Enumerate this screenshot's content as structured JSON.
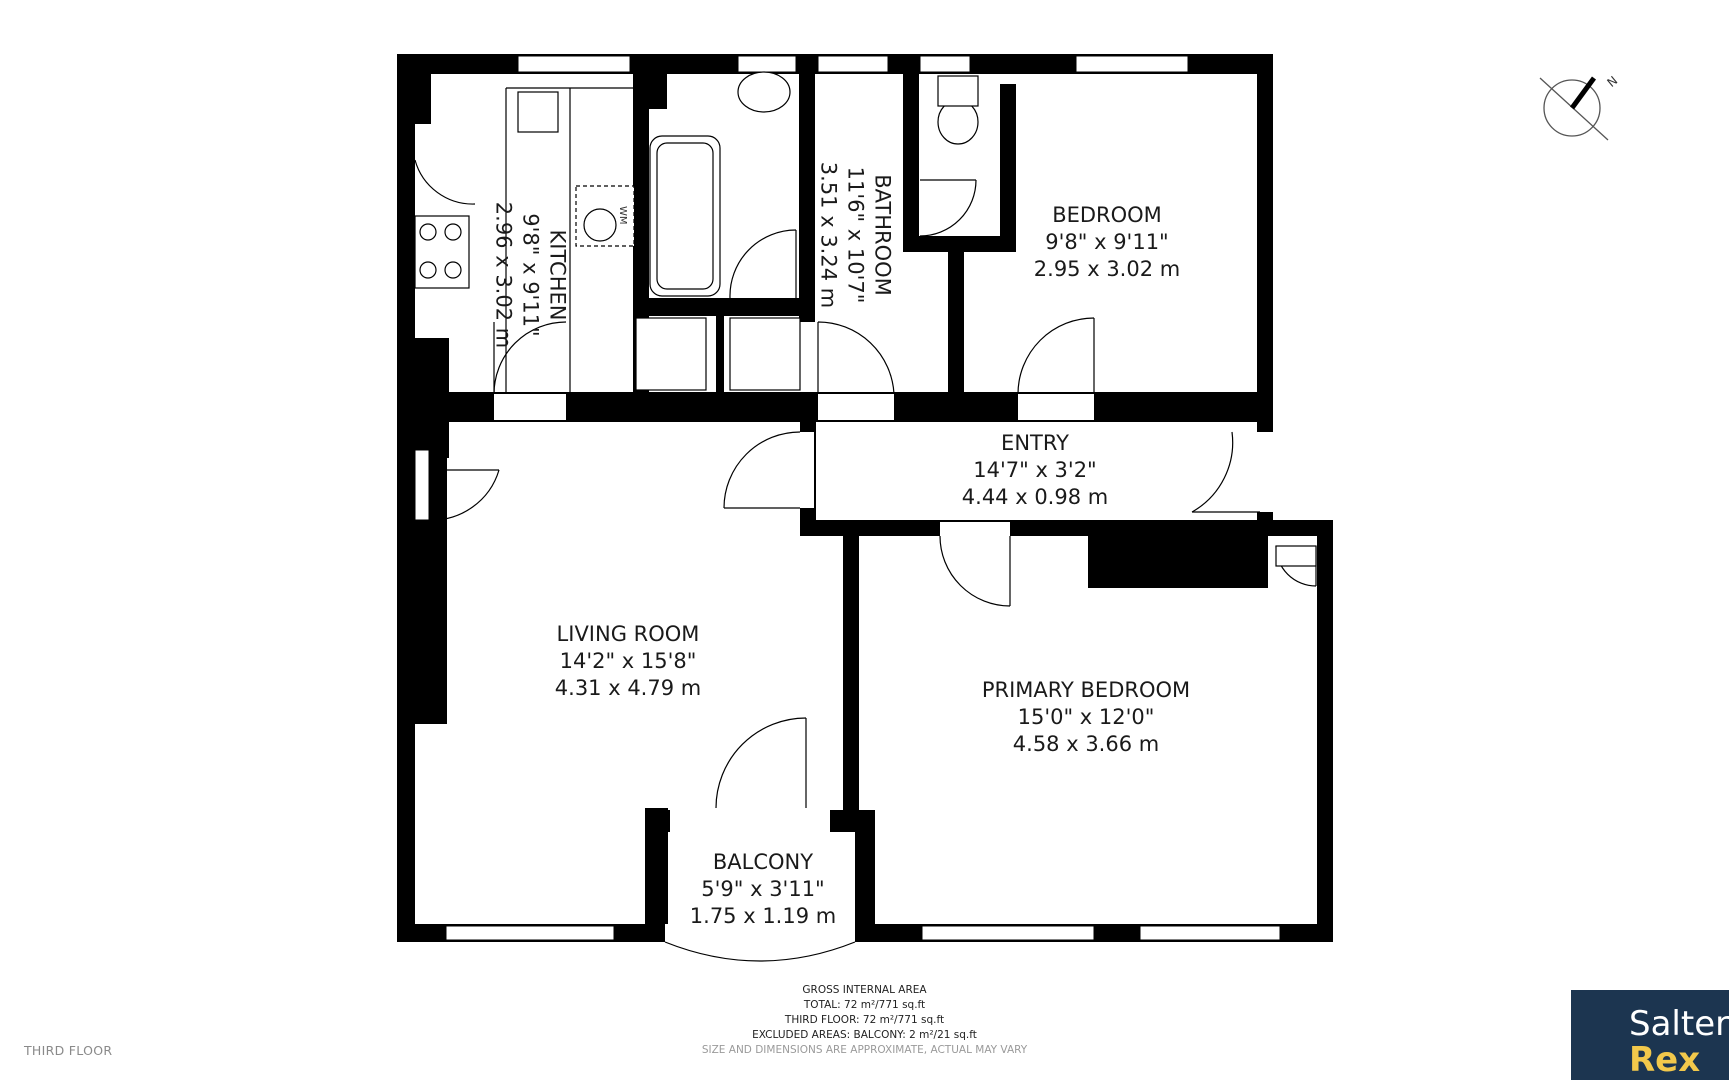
{
  "rooms": {
    "kitchen": {
      "name": "KITCHEN",
      "imperial": "9'8\" x 9'11\"",
      "metric": "2.96 x 3.02 m"
    },
    "bathroom": {
      "name": "BATHROOM",
      "imperial": "11'6\" x 10'7\"",
      "metric": "3.51 x 3.24 m"
    },
    "bedroom": {
      "name": "BEDROOM",
      "imperial": "9'8\" x 9'11\"",
      "metric": "2.95 x 3.02 m"
    },
    "entry": {
      "name": "ENTRY",
      "imperial": "14'7\" x 3'2\"",
      "metric": "4.44 x 0.98 m"
    },
    "living_room": {
      "name": "LIVING ROOM",
      "imperial": "14'2\" x 15'8\"",
      "metric": "4.31 x 4.79 m"
    },
    "primary_bedroom": {
      "name": "PRIMARY BEDROOM",
      "imperial": "15'0\" x 12'0\"",
      "metric": "4.58 x 3.66 m"
    },
    "balcony": {
      "name": "BALCONY",
      "imperial": "5'9\" x 3'11\"",
      "metric": "1.75 x 1.19 m"
    }
  },
  "fixtures": {
    "washing_machine": "WM"
  },
  "compass": {
    "north_label": "N"
  },
  "area": {
    "heading": "GROSS INTERNAL AREA",
    "total": "TOTAL: 72 m²/771 sq.ft",
    "floor": "THIRD FLOOR: 72 m²/771 sq.ft",
    "excluded": "EXCLUDED AREAS: BALCONY: 2 m²/21 sq.ft",
    "disclaimer": "SIZE AND DIMENSIONS ARE APPROXIMATE, ACTUAL MAY VARY"
  },
  "floor_name": "THIRD FLOOR",
  "brand": {
    "line1": "Salter",
    "line2": "Rex",
    "background": "#1c3550",
    "accent": "#f2c84b"
  }
}
